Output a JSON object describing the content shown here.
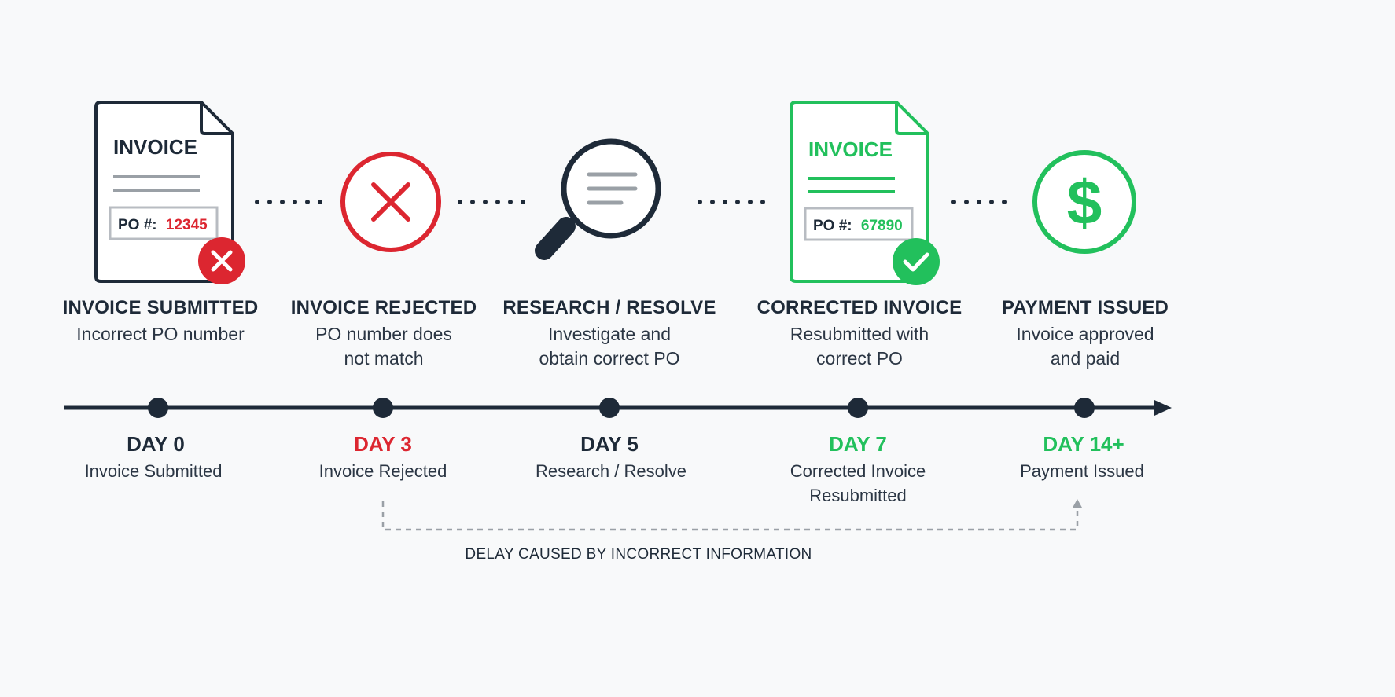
{
  "colors": {
    "dark": "#1e2a38",
    "red": "#dc2630",
    "green": "#22c05c",
    "gray": "#9aa0a6"
  },
  "steps": [
    {
      "title": "INVOICE SUBMITTED",
      "desc_line1": "Incorrect PO number",
      "desc_line2": "",
      "icon": "invoice-document-with-x-badge"
    },
    {
      "title": "INVOICE REJECTED",
      "desc_line1": "PO number does",
      "desc_line2": "not match",
      "icon": "x-circle"
    },
    {
      "title": "RESEARCH / RESOLVE",
      "desc_line1": "Investigate and",
      "desc_line2": "obtain correct PO",
      "icon": "magnifying-glass"
    },
    {
      "title": "CORRECTED INVOICE",
      "desc_line1": "Resubmitted with",
      "desc_line2": "correct PO",
      "icon": "invoice-document-with-check-badge"
    },
    {
      "title": "PAYMENT ISSUED",
      "desc_line1": "Invoice approved",
      "desc_line2": "and paid",
      "icon": "dollar-circle"
    }
  ],
  "invoice_original": {
    "heading": "INVOICE",
    "po_label": "PO #:",
    "po_number": "12345"
  },
  "invoice_corrected": {
    "heading": "INVOICE",
    "po_label": "PO #:",
    "po_number": "67890"
  },
  "payment_symbol": "$",
  "timeline": [
    {
      "day": "DAY 0",
      "desc_line1": "Invoice Submitted",
      "desc_line2": "",
      "color": "#1e2a38"
    },
    {
      "day": "DAY 3",
      "desc_line1": "Invoice Rejected",
      "desc_line2": "",
      "color": "#dc2630"
    },
    {
      "day": "DAY 5",
      "desc_line1": "Research / Resolve",
      "desc_line2": "",
      "color": "#1e2a38"
    },
    {
      "day": "DAY 7",
      "desc_line1": "Corrected Invoice",
      "desc_line2": "Resubmitted",
      "color": "#22c05c"
    },
    {
      "day": "DAY 14+",
      "desc_line1": "Payment Issued",
      "desc_line2": "",
      "color": "#22c05c"
    }
  ],
  "delay_label": "DELAY CAUSED BY INCORRECT INFORMATION"
}
